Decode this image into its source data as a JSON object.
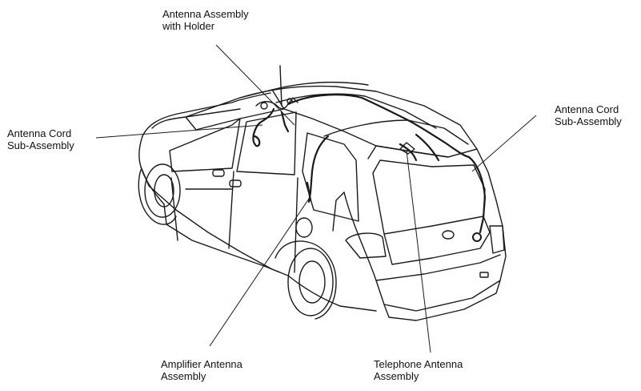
{
  "labels": {
    "antenna_assembly_with_holder": [
      "Antenna Assembly",
      "with Holder"
    ],
    "antenna_cord_left": [
      "Antenna Cord",
      "Sub-Assembly"
    ],
    "antenna_cord_right": [
      "Antenna Cord",
      "Sub-Assembly"
    ],
    "amplifier_antenna": [
      "Amplifier Antenna",
      "Assembly"
    ],
    "telephone_antenna": [
      "Telephone Antenna",
      "Assembly"
    ]
  }
}
